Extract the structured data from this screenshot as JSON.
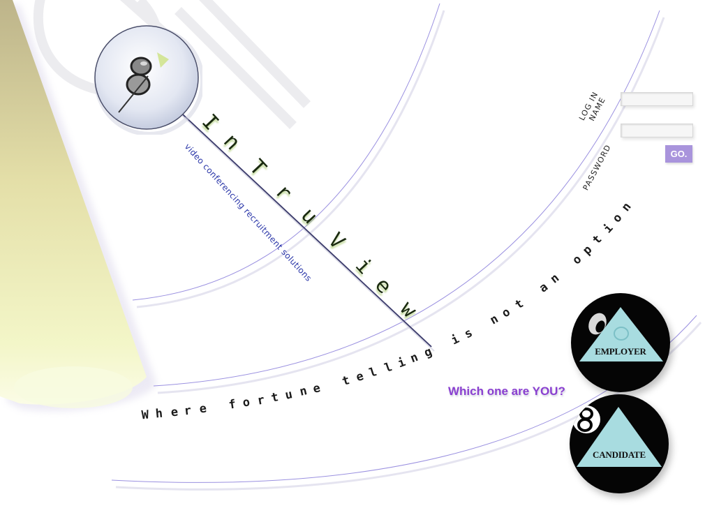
{
  "brand": {
    "letters": [
      "I",
      "n",
      "T",
      "r",
      "u",
      "V",
      "i",
      "e",
      "w"
    ],
    "tagline": "video conferencing recruitment solutions"
  },
  "slogan": "Where fortune telling is not an option",
  "login": {
    "name_label_line1": "LOG IN",
    "name_label_line2": "NAME",
    "password_label": "PASSWORD",
    "name_value": "",
    "password_value": "",
    "go_label": "GO."
  },
  "question": "Which one are YOU?",
  "choices": {
    "employer_label": "EMPLOYER",
    "candidate_label": "CANDIDATE"
  },
  "colors": {
    "accent_purple": "#8a3fd0",
    "go_button": "#a994dc",
    "arc_lines": "#9a90e0",
    "ball_triangle": "#a8dce0",
    "tagline_blue": "#2a36a8"
  },
  "icons": [
    "eight-ball-icon",
    "logo-disc-icon"
  ]
}
